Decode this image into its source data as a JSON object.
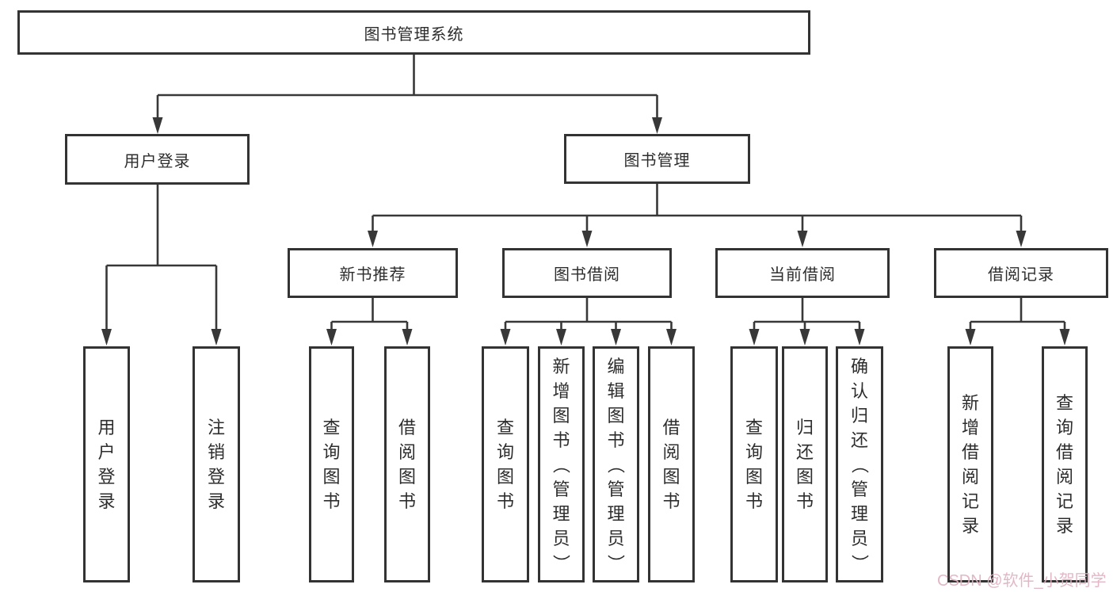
{
  "diagram": {
    "root": {
      "label": "图书管理系统"
    },
    "branches": [
      {
        "label": "用户登录",
        "leaves": [
          "用户登录",
          "注销登录"
        ]
      },
      {
        "label": "图书管理",
        "sections": [
          {
            "label": "新书推荐",
            "leaves": [
              "查询图书",
              "借阅图书"
            ]
          },
          {
            "label": "图书借阅",
            "leaves": [
              "查询图书",
              "新增图书（管理员）",
              "编辑图书（管理员）",
              "借阅图书"
            ]
          },
          {
            "label": "当前借阅",
            "leaves": [
              "查询图书",
              "归还图书",
              "确认归还（管理员）"
            ]
          },
          {
            "label": "借阅记录",
            "leaves": [
              "新增借阅记录",
              "查询借阅记录"
            ]
          }
        ]
      }
    ]
  },
  "watermark": {
    "text": "CSDN @软件_小贺同学",
    "color": "#e0b2c0"
  },
  "colors": {
    "line": "#383838",
    "box_border": "#333333",
    "text": "#2d2d2d",
    "background": "#ffffff"
  }
}
